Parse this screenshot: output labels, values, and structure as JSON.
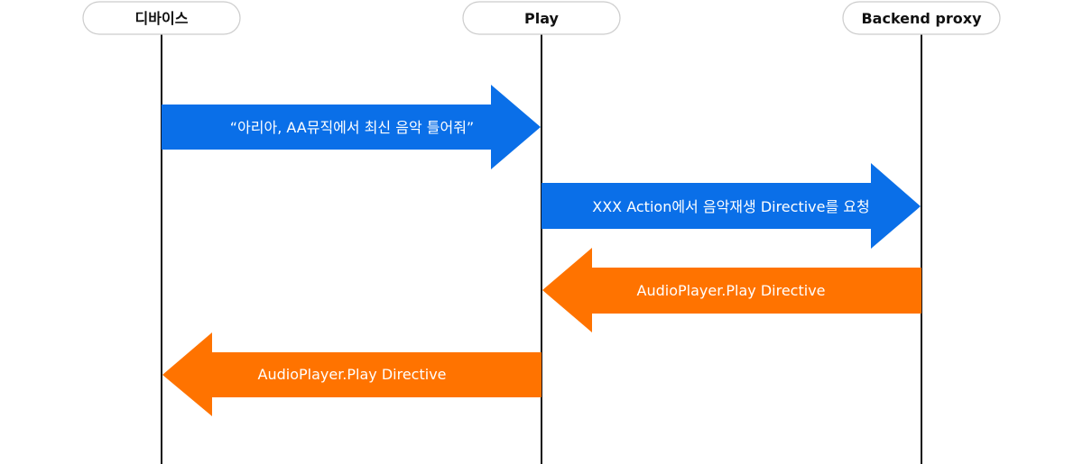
{
  "actors": [
    {
      "label": "디바이스"
    },
    {
      "label": "Play"
    },
    {
      "label": "Backend proxy"
    }
  ],
  "messages": [
    {
      "label": "“아리아, AA뮤직에서 최신 음악 틀어줘”",
      "from": 0,
      "to": 1,
      "color": "#0a6fe8"
    },
    {
      "label": "XXX Action에서 음악재생 Directive를 요청",
      "from": 1,
      "to": 2,
      "color": "#0a6fe8"
    },
    {
      "label": "AudioPlayer.Play Directive",
      "from": 2,
      "to": 1,
      "color": "#ff7300"
    },
    {
      "label": "AudioPlayer.Play Directive",
      "from": 1,
      "to": 0,
      "color": "#ff7300"
    }
  ],
  "colors": {
    "request": "#0a6fe8",
    "response": "#ff7300",
    "lifeline": "#111111",
    "box_border": "#cccccc"
  }
}
